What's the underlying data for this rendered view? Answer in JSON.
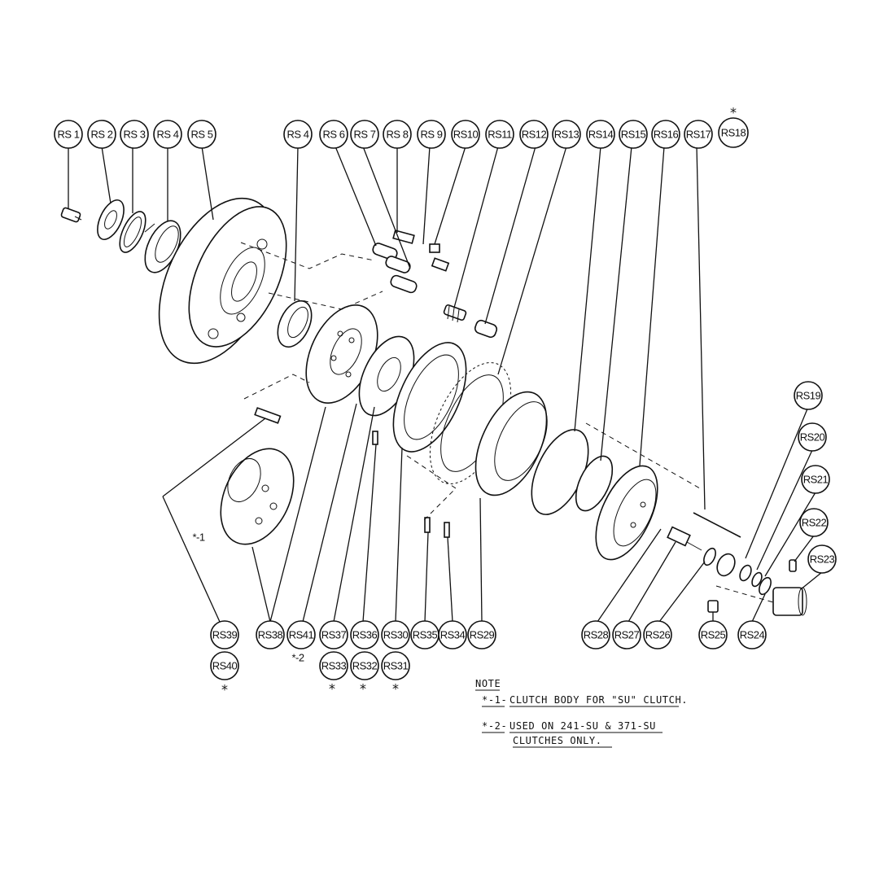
{
  "callouts_top": [
    "RS 1",
    "RS 2",
    "RS 3",
    "RS 4",
    "RS 5",
    "RS 4",
    "RS 6",
    "RS 7",
    "RS 8",
    "RS 9",
    "RS10",
    "RS11",
    "RS12",
    "RS13",
    "RS14",
    "RS15",
    "RS16",
    "RS17",
    "RS18"
  ],
  "callouts_right": [
    "RS19",
    "RS20",
    "RS21",
    "RS22",
    "RS23"
  ],
  "callouts_bottom": [
    "RS39",
    "RS38",
    "RS41",
    "RS37",
    "RS36",
    "RS30",
    "RS35",
    "RS34",
    "RS29",
    "RS28",
    "RS27",
    "RS26",
    "RS25",
    "RS24"
  ],
  "callouts_bottom2": [
    "RS40",
    "RS33",
    "RS32",
    "RS31"
  ],
  "marks": {
    "star": "*",
    "x1": "*-1",
    "x2": "*-2"
  },
  "note": {
    "title": "NOTE",
    "line1_marker": "*-1-",
    "line1_text": "CLUTCH BODY FOR \"SU\" CLUTCH.",
    "line2_marker": "*-2-",
    "line2_text": "USED ON 241-SU & 371-SU",
    "line3_text": "CLUTCHES ONLY."
  }
}
